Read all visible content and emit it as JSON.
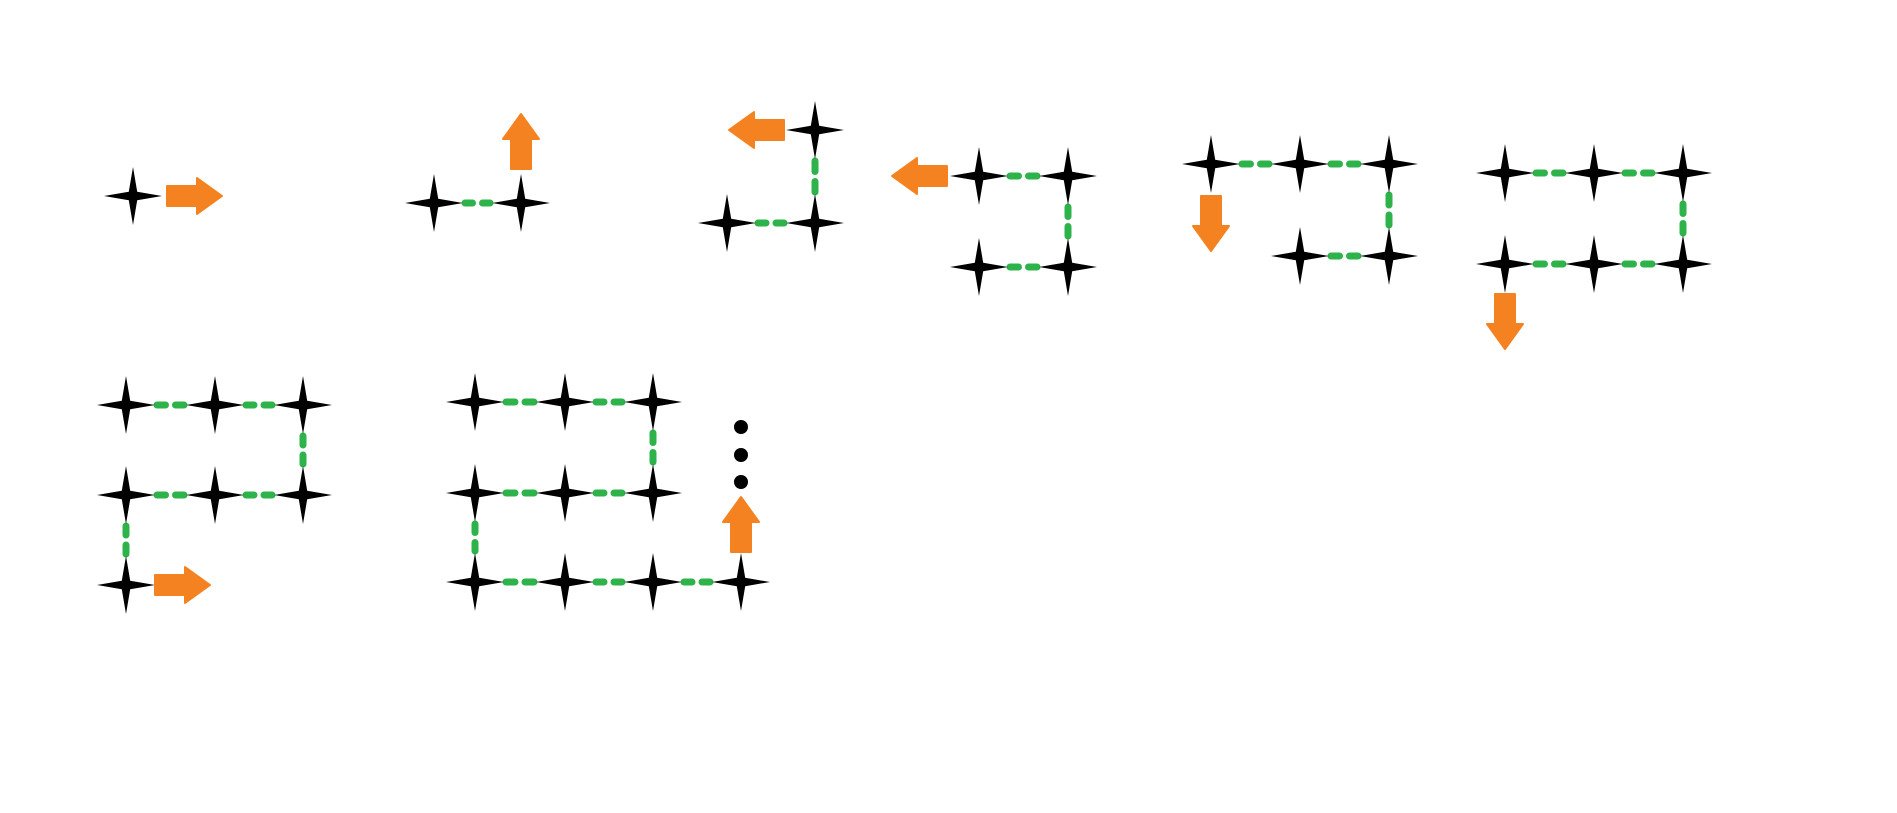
{
  "colors": {
    "node": "#000000",
    "link": "#2db34a",
    "arrow": "#f58220",
    "background": "#ffffff",
    "dots": "#000000"
  },
  "diagram": {
    "description_of_content": "",
    "shapes": {
      "node": "four-point-star",
      "link": "dashed-line",
      "arrow": "block-arrow"
    },
    "steps": [
      {
        "step": 1,
        "node_count": 1,
        "arrow_direction": "right"
      },
      {
        "step": 2,
        "node_count": 2,
        "arrow_direction": "up"
      },
      {
        "step": 3,
        "node_count": 3,
        "arrow_direction": "left"
      },
      {
        "step": 4,
        "node_count": 4,
        "arrow_direction": "left"
      },
      {
        "step": 5,
        "node_count": 5,
        "arrow_direction": "down"
      },
      {
        "step": 6,
        "node_count": 6,
        "arrow_direction": "down"
      },
      {
        "step": 7,
        "node_count": 7,
        "arrow_direction": "right"
      },
      {
        "step": 8,
        "node_count": 10,
        "arrow_direction": "up",
        "continuation": "vertical-ellipsis"
      }
    ]
  }
}
